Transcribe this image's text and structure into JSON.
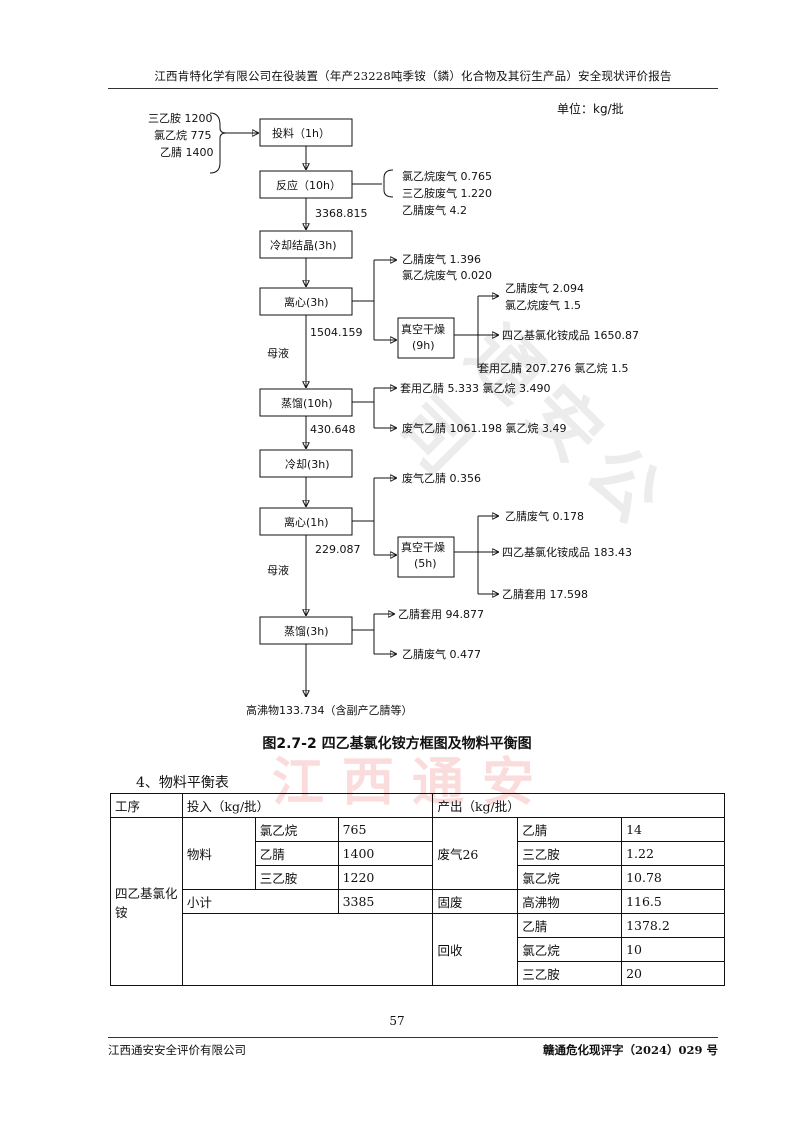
{
  "header": {
    "title": "江西肯特化学有限公司在役装置（年产23228吨季铵（鏻）化合物及其衍生产品）安全现状评价报告"
  },
  "diagram": {
    "unit": "单位：kg/批",
    "inputs": [
      "三乙胺 1200",
      "氯乙烷 775",
      "乙腈 1400"
    ],
    "steps": {
      "feed": "投料（1h）",
      "react": "反应（10h）",
      "cool1": "冷却结晶(3h)",
      "cent1": "离心(3h)",
      "dry1": "真空干燥",
      "dry1_time": "(9h)",
      "dist1": "蒸馏(10h)",
      "cool2": "冷却(3h)",
      "cent2": "离心(1h)",
      "dry2": "真空干燥",
      "dry2_time": "(5h)",
      "dist2": "蒸馏(3h)"
    },
    "flows": {
      "after_react": "3368.815",
      "after_cent1": "1504.159",
      "mother_liquor1": "母液",
      "after_dist1": "430.648",
      "after_cent2": "229.087",
      "mother_liquor2": "母液",
      "residue": "高沸物133.734（含副产乙腈等）"
    },
    "outputs": {
      "react": [
        "氯乙烷废气 0.765",
        "三乙胺废气 1.220",
        "乙腈废气 4.2"
      ],
      "cent1": [
        "乙腈废气 1.396",
        "氯乙烷废气 0.020"
      ],
      "dry1": [
        "乙腈废气 2.094",
        "氯乙烷废气 1.5",
        "四乙基氯化铵成品 1650.87",
        "套用乙腈 207.276  氯乙烷 1.5"
      ],
      "dist1": [
        "套用乙腈 5.333   氯乙烷 3.490",
        "废气乙腈 1061.198   氯乙烷 3.49"
      ],
      "cent2": [
        "废气乙腈 0.356"
      ],
      "dry2": [
        "乙腈废气 0.178",
        "四乙基氯化铵成品 183.43",
        "乙腈套用 17.598"
      ],
      "dist2": [
        "乙腈套用 94.877",
        "乙腈废气 0.477"
      ]
    }
  },
  "caption": "图2.7-2  四乙基氯化铵方框图及物料平衡图",
  "section_title": "4、物料平衡表",
  "watermark": "江西通安",
  "table": {
    "h_process": "工序",
    "h_input": "投入（kg/批）",
    "h_output": "产出（kg/批）",
    "process": "四乙基氯化铵",
    "material_label": "物料",
    "materials": [
      {
        "name": "氯乙烷",
        "value": "765"
      },
      {
        "name": "乙腈",
        "value": "1400"
      },
      {
        "name": "三乙胺",
        "value": "1220"
      }
    ],
    "subtotal_label": "小计",
    "subtotal": "3385",
    "gas_label": "废气26",
    "gas": [
      {
        "name": "乙腈",
        "value": "14"
      },
      {
        "name": "三乙胺",
        "value": "1.22"
      },
      {
        "name": "氯乙烷",
        "value": "10.78"
      }
    ],
    "solid_label": "固废",
    "solid": {
      "name": "高沸物",
      "value": "116.5"
    },
    "recover_label": "回收",
    "recover": [
      {
        "name": "乙腈",
        "value": "1378.2"
      },
      {
        "name": "氯乙烷",
        "value": "10"
      },
      {
        "name": "三乙胺",
        "value": "20"
      }
    ]
  },
  "footer": {
    "page_number": "57",
    "company": "江西通安安全评价有限公司",
    "doc_number": "赣通危化现评字（2024）029 号"
  }
}
